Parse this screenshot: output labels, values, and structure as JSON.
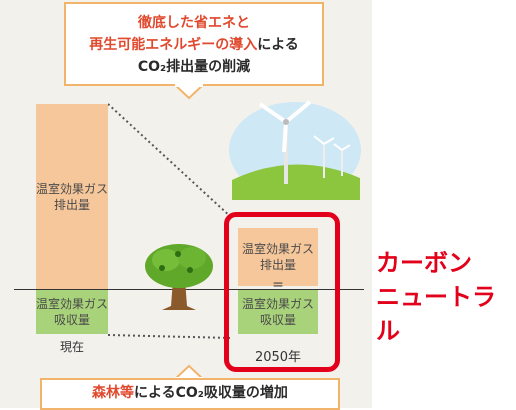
{
  "top_callout": {
    "line1": "徹底した省エネと",
    "line2_accent": "再生可能エネルギーの導入",
    "line2_rest": "による",
    "line3": "CO₂排出量の削減"
  },
  "now": {
    "emission": [
      "温室効果ガス",
      "排出量"
    ],
    "absorption": [
      "温室効果ガス",
      "吸収量"
    ],
    "label": "現在"
  },
  "future": {
    "emission": [
      "温室効果ガス",
      "排出量"
    ],
    "equals": "=",
    "absorption": [
      "温室効果ガス",
      "吸収量"
    ],
    "label": "2050年"
  },
  "result": {
    "line1": "カーボン",
    "line2": "ニュートラル"
  },
  "bottom_callout": {
    "accent": "森林等",
    "rest": "によるCO₂吸収量の増加"
  },
  "colors": {
    "emission": "#f6c79b",
    "absorption": "#a9d37a",
    "highlight": "#e2001a",
    "callout_border": "#f2b36a"
  }
}
